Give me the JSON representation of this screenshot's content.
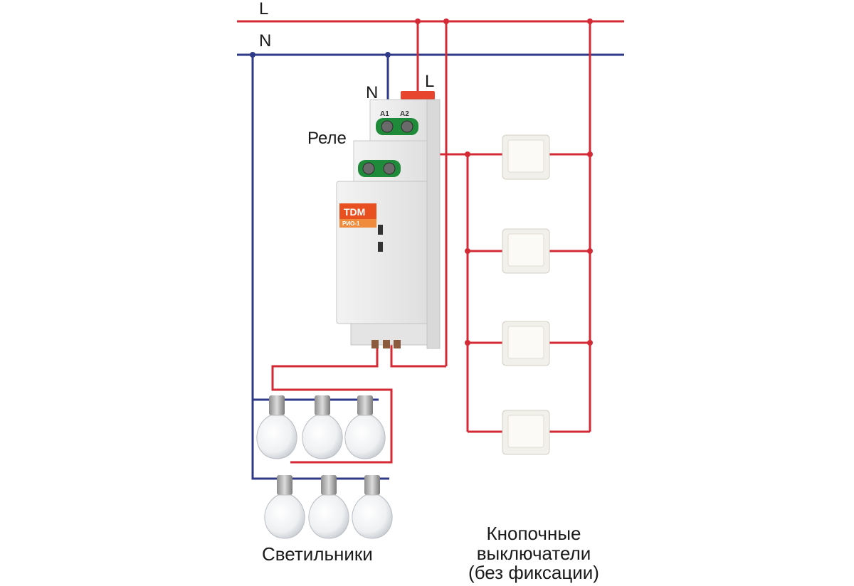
{
  "lines": {
    "phase_label": "L",
    "neutral_label": "N"
  },
  "relay": {
    "caption": "Реле",
    "terminal_n": "N",
    "terminal_l": "L",
    "a1": "A1",
    "a2": "A2",
    "brand": "TDM",
    "model": "РИО-1"
  },
  "lamps": {
    "caption": "Светильники"
  },
  "switches": {
    "caption_lines": [
      "Кнопочные",
      "выключатели",
      "(без фиксации)"
    ]
  },
  "colors": {
    "phase": "#d42a35",
    "neutral": "#2e3a87",
    "brand": "#e8501f"
  }
}
